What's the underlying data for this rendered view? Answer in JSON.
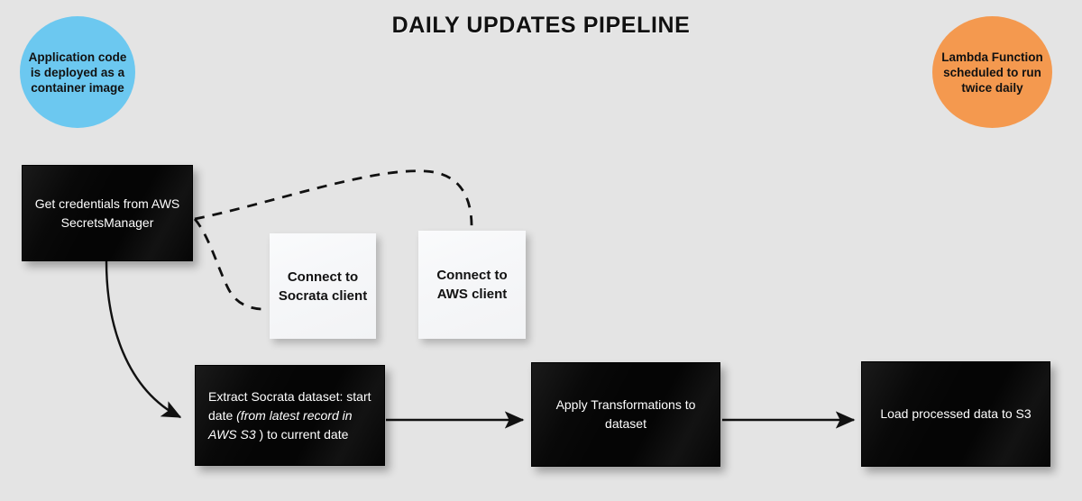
{
  "diagram": {
    "title": "DAILY UPDATES PIPELINE",
    "background_color": "#e4e4e4"
  },
  "annotations": [
    {
      "id": "app-code-note",
      "text": "Application code is deployed as a container image",
      "shape": "circle",
      "color": "#6cc8f0"
    },
    {
      "id": "lambda-note",
      "text": "Lambda Function scheduled to run twice daily",
      "shape": "circle",
      "color": "#f4994f"
    }
  ],
  "steps": {
    "secrets": {
      "label": "Get credentials from AWS SecretsManager"
    },
    "extract": {
      "label_part1": "Extract Socrata dataset: start date ",
      "label_italic": "(from latest record in AWS S3 ",
      "label_part2": ") to current date"
    },
    "transform": {
      "label": "Apply Transformations to dataset"
    },
    "load": {
      "label": "Load processed data to S3"
    }
  },
  "notes": {
    "socrata": {
      "label": "Connect to Socrata client"
    },
    "aws": {
      "label": "Connect to AWS client"
    }
  },
  "connectors": [
    {
      "id": "secrets-to-socrata",
      "style": "dashed",
      "from": "secrets",
      "to": "socrata"
    },
    {
      "id": "secrets-to-aws",
      "style": "dashed",
      "from": "secrets",
      "to": "aws"
    },
    {
      "id": "secrets-to-extract",
      "style": "solid-arrow",
      "from": "secrets",
      "to": "extract"
    },
    {
      "id": "extract-to-transform",
      "style": "solid-arrow",
      "from": "extract",
      "to": "transform"
    },
    {
      "id": "transform-to-load",
      "style": "solid-arrow",
      "from": "transform",
      "to": "load"
    }
  ]
}
